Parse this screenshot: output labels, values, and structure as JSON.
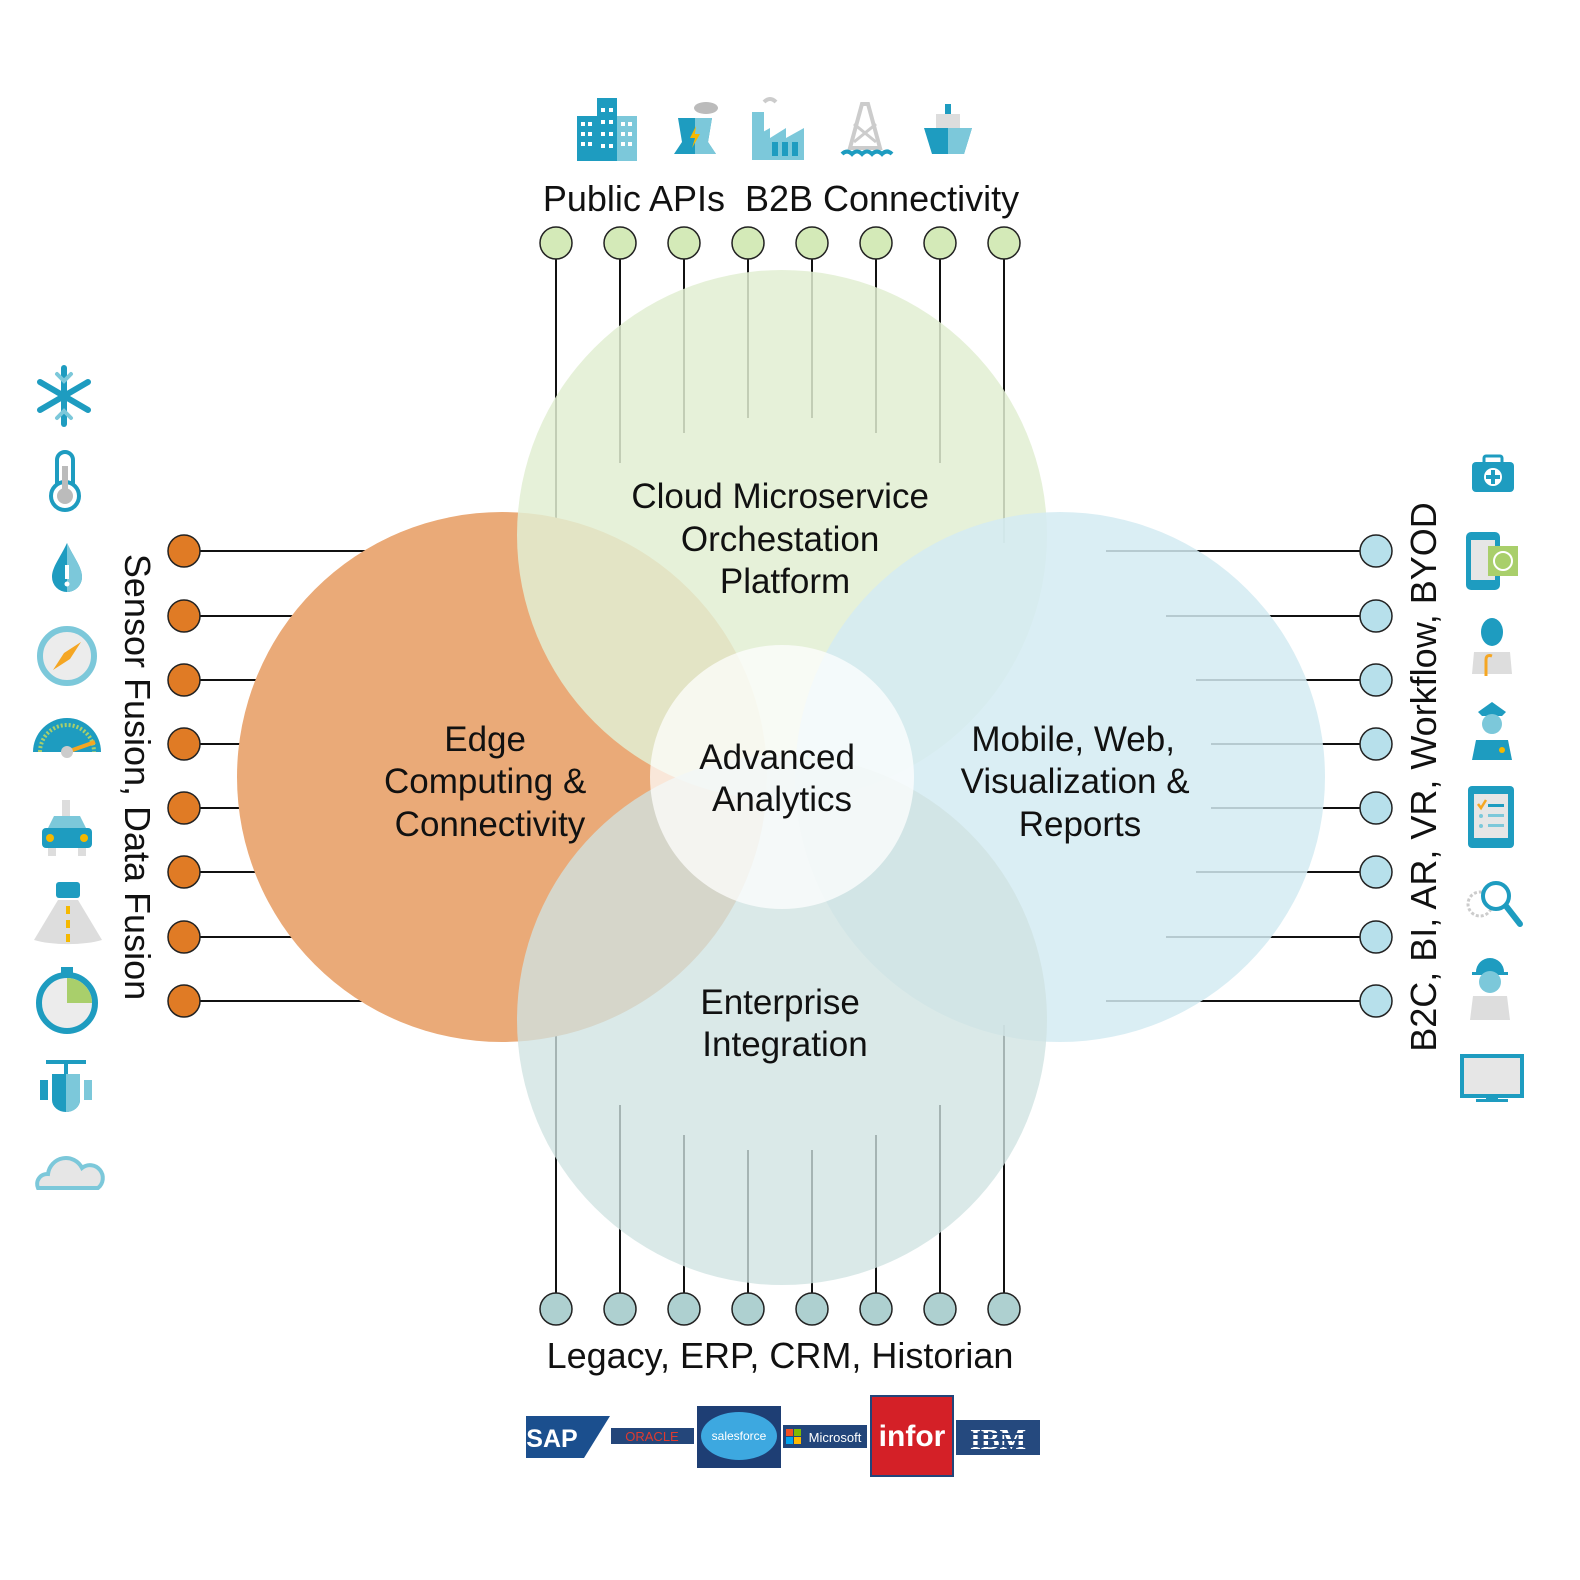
{
  "colors": {
    "edge_circle": "#EAAA78",
    "cloud_circle": "#E2EFD2",
    "mobile_circle": "#D3EBF2",
    "enterprise_circle": "#D0E3E1",
    "center_circle": "#FFFFFF",
    "top_dot": "#D4EAB8",
    "left_dot": "#E07B25",
    "right_dot": "#B7E0EB",
    "bottom_dot": "#AED0D0",
    "icon_primary": "#1E9CC0",
    "icon_secondary": "#7CC8DA",
    "icon_grey": "#D8D8D8",
    "icon_accent_yellow": "#F5B800",
    "icon_accent_green": "#A9CF6B"
  },
  "circles": {
    "cloud": {
      "label": [
        "Cloud Microservice",
        "Orchestation",
        "Platform"
      ]
    },
    "edge": {
      "label": [
        "Edge",
        "Computing &",
        "Connectivity"
      ]
    },
    "mobile": {
      "label": [
        "Mobile, Web,",
        "Visualization &",
        "Reports"
      ]
    },
    "enterprise": {
      "label": [
        "Enterprise",
        "Integration"
      ]
    },
    "center": {
      "label": [
        "Advanced",
        "Analytics"
      ]
    }
  },
  "sides": {
    "top": {
      "label": "Public APIs  B2B Connectivity",
      "connector_count": 8,
      "icons": [
        "city-buildings-icon",
        "power-plant-icon",
        "factory-icon",
        "oil-rig-icon",
        "cargo-ship-icon"
      ]
    },
    "left": {
      "label": "Sensor Fusion, Data Fusion",
      "connector_count": 8,
      "icons": [
        "snowflake-icon",
        "thermometer-icon",
        "water-drop-alert-icon",
        "compass-icon",
        "speedometer-icon",
        "connected-car-icon",
        "road-car-icon",
        "stopwatch-icon",
        "valve-icon",
        "cloud-icon"
      ]
    },
    "right": {
      "label": "B2C, BI, AR, VR, Workflow, BYOD",
      "connector_count": 8,
      "icons": [
        "medical-kit-icon",
        "mobile-app-icon",
        "elderly-person-icon",
        "police-officer-icon",
        "tablet-checklist-icon",
        "fingerprint-search-icon",
        "construction-worker-icon",
        "monitor-icon"
      ]
    },
    "bottom": {
      "label": "Legacy, ERP, CRM, Historian",
      "connector_count": 8,
      "logos": [
        {
          "name": "SAP",
          "bg": "#1B4F8E",
          "fg": "#FFFFFF"
        },
        {
          "name": "ORACLE",
          "bg": "#24467A",
          "fg": "#E03A2F"
        },
        {
          "name": "salesforce",
          "bg": "#1E3E74",
          "fg": "#FFFFFF"
        },
        {
          "name": "Microsoft",
          "bg": "#22457A",
          "fg": "#FFFFFF"
        },
        {
          "name": "infor",
          "bg": "#D42027",
          "fg": "#FFFFFF"
        },
        {
          "name": "IBM",
          "bg": "#25497E",
          "fg": "#FFFFFF"
        }
      ]
    }
  }
}
